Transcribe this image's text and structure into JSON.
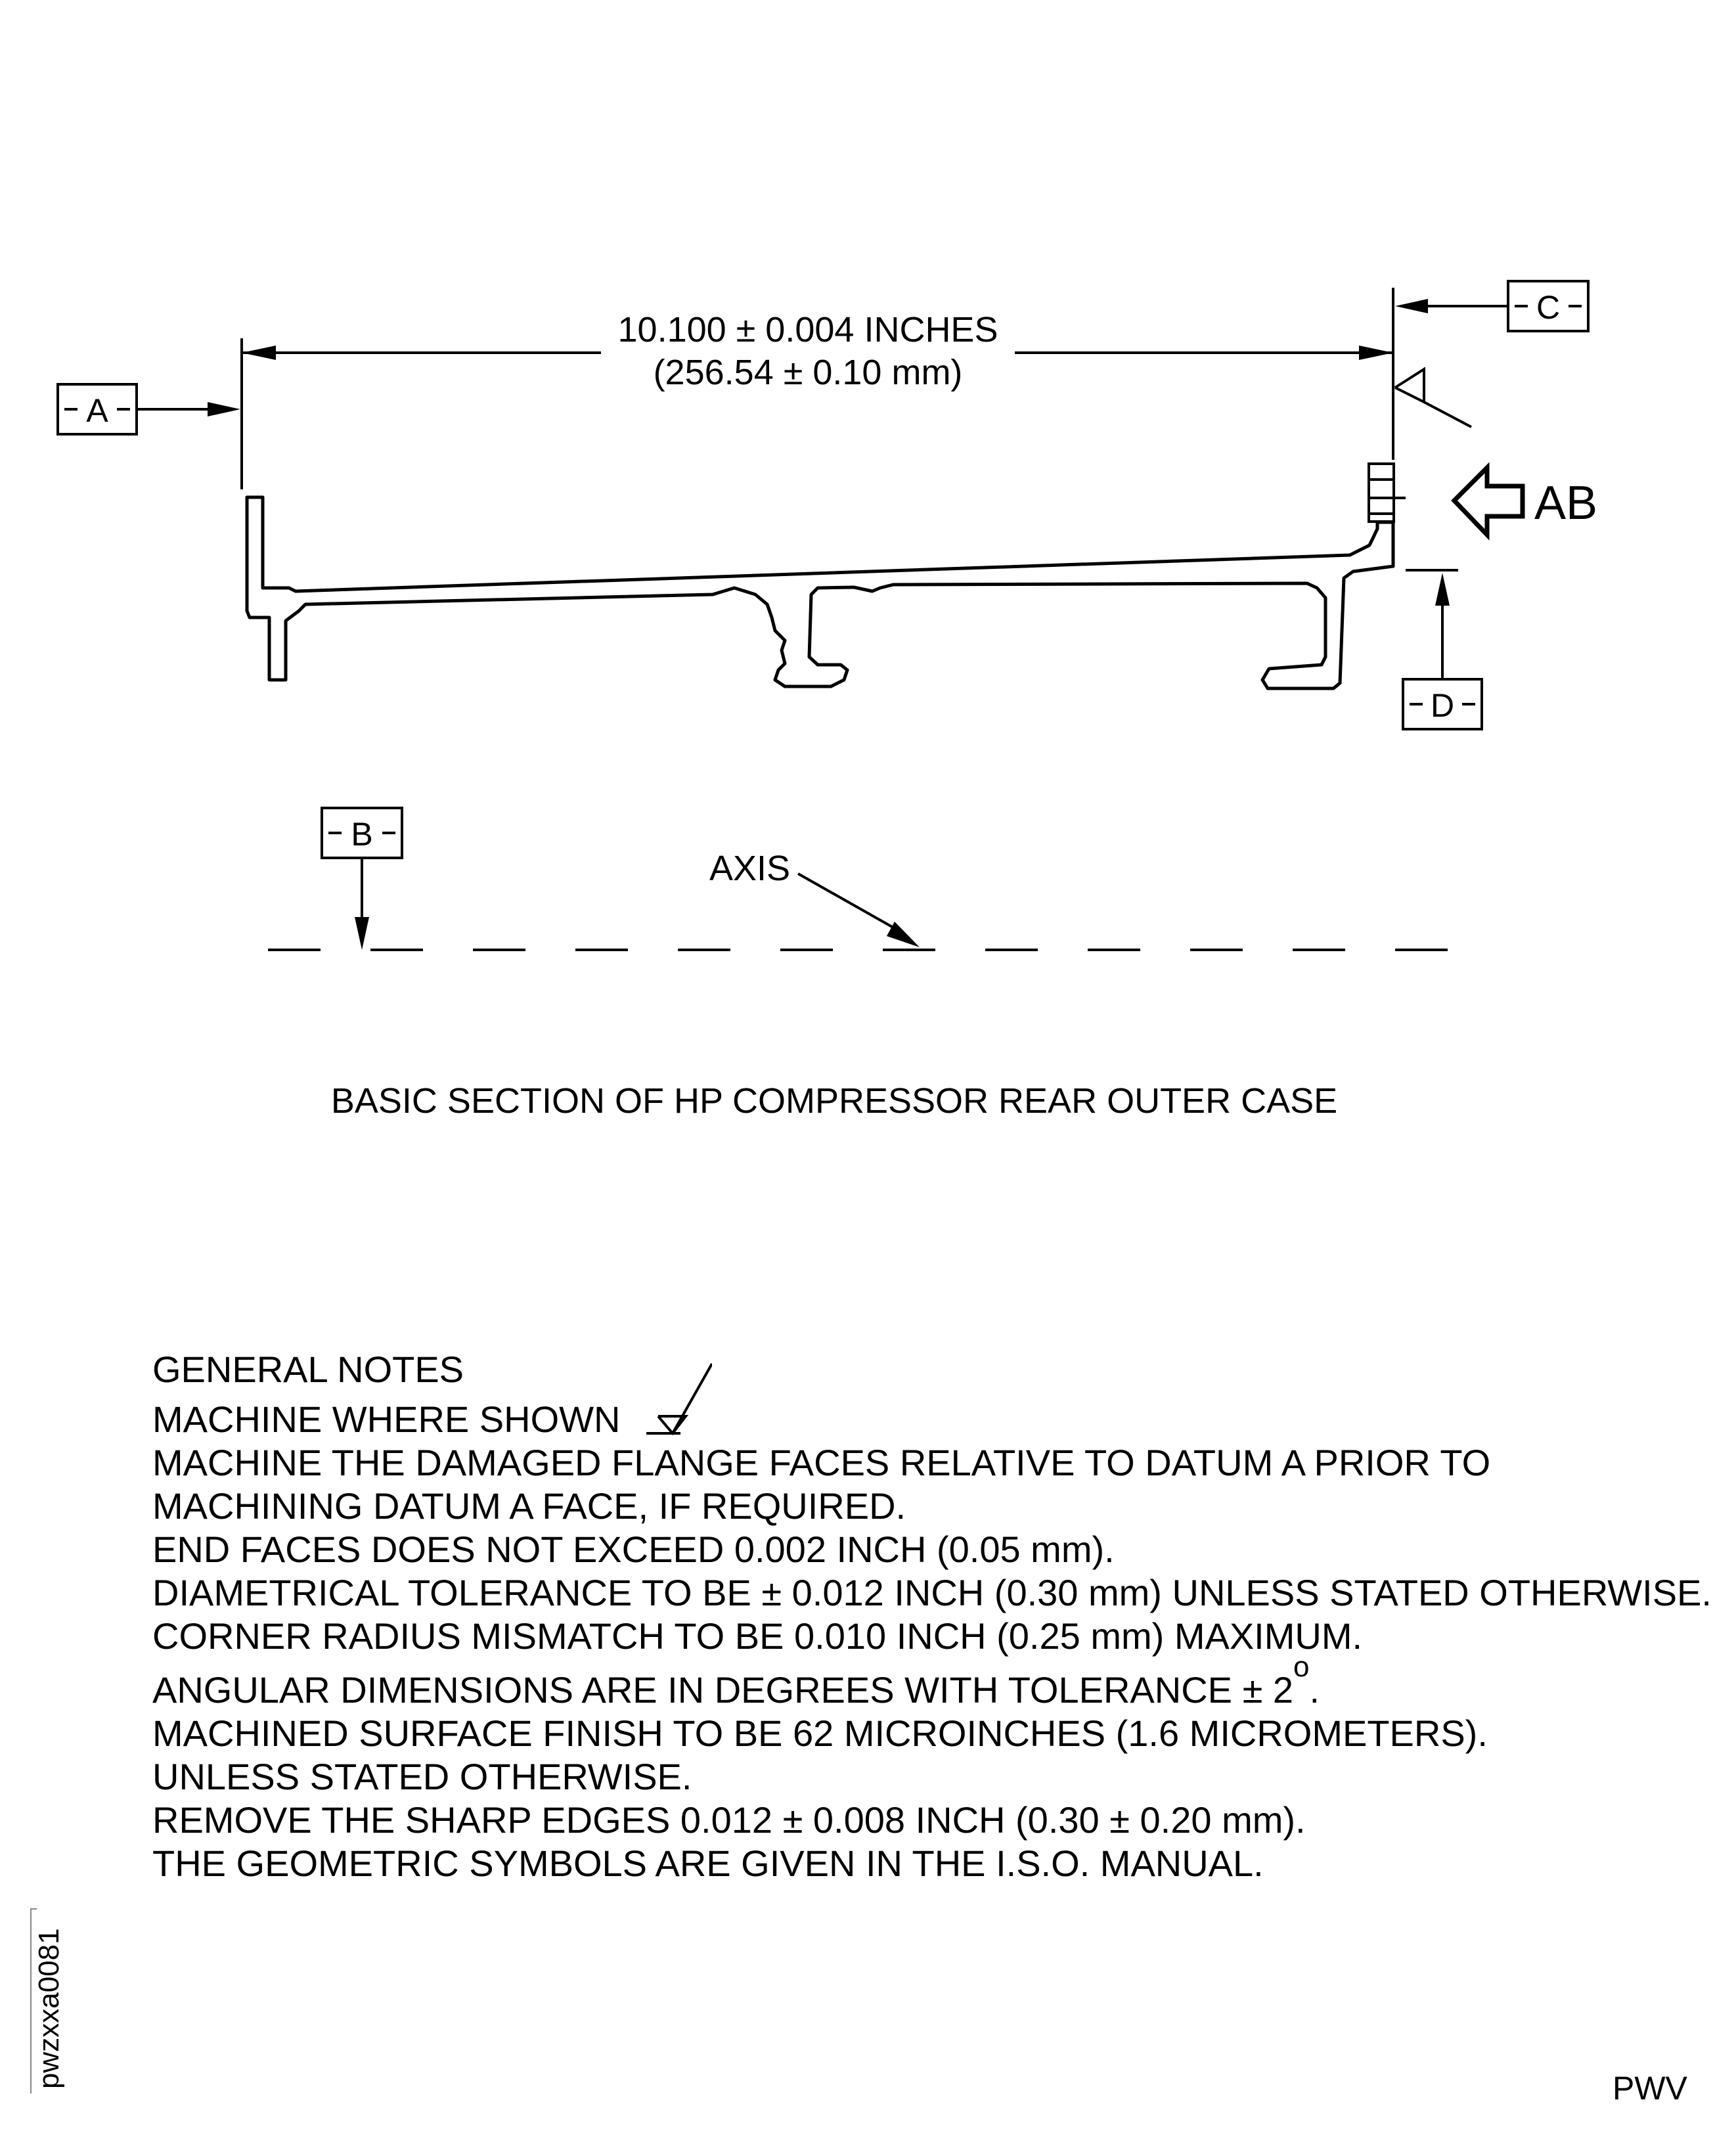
{
  "drawing": {
    "dimension_inches": "10.100 ± 0.004 INCHES",
    "dimension_mm": "(256.54 ± 0.10 mm)",
    "datum_a": "A",
    "datum_b": "B",
    "datum_c": "C",
    "datum_d": "D",
    "view_label": "AB",
    "axis_label": "AXIS",
    "caption": "BASIC SECTION OF HP COMPRESSOR REAR OUTER CASE"
  },
  "notes": {
    "title": "GENERAL NOTES",
    "line1": "MACHINE WHERE SHOWN",
    "line2": "MACHINE THE DAMAGED FLANGE FACES RELATIVE TO DATUM A PRIOR TO",
    "line3": "MACHINING DATUM A FACE, IF REQUIRED.",
    "line4": "END FACES DOES NOT EXCEED 0.002 INCH (0.05 mm).",
    "line5": "DIAMETRICAL TOLERANCE TO BE ± 0.012 INCH (0.30 mm) UNLESS STATED OTHERWISE.",
    "line6": "CORNER RADIUS MISMATCH TO BE 0.010 INCH (0.25 mm) MAXIMUM.",
    "line7_main": "ANGULAR DIMENSIONS ARE IN DEGREES WITH TOLERANCE ± 2",
    "line7_sup": "o",
    "line7_end": ".",
    "line8": "MACHINED SURFACE FINISH TO BE 62 MICROINCHES (1.6 MICROMETERS).",
    "line9": "UNLESS STATED OTHERWISE.",
    "line10": "REMOVE THE SHARP EDGES 0.012 ± 0.008 INCH (0.30 ± 0.20 mm).",
    "line11": "THE GEOMETRIC SYMBOLS ARE GIVEN IN THE I.S.O. MANUAL."
  },
  "figure_id": "pwzxxa0081",
  "corner_mark": "PWV"
}
